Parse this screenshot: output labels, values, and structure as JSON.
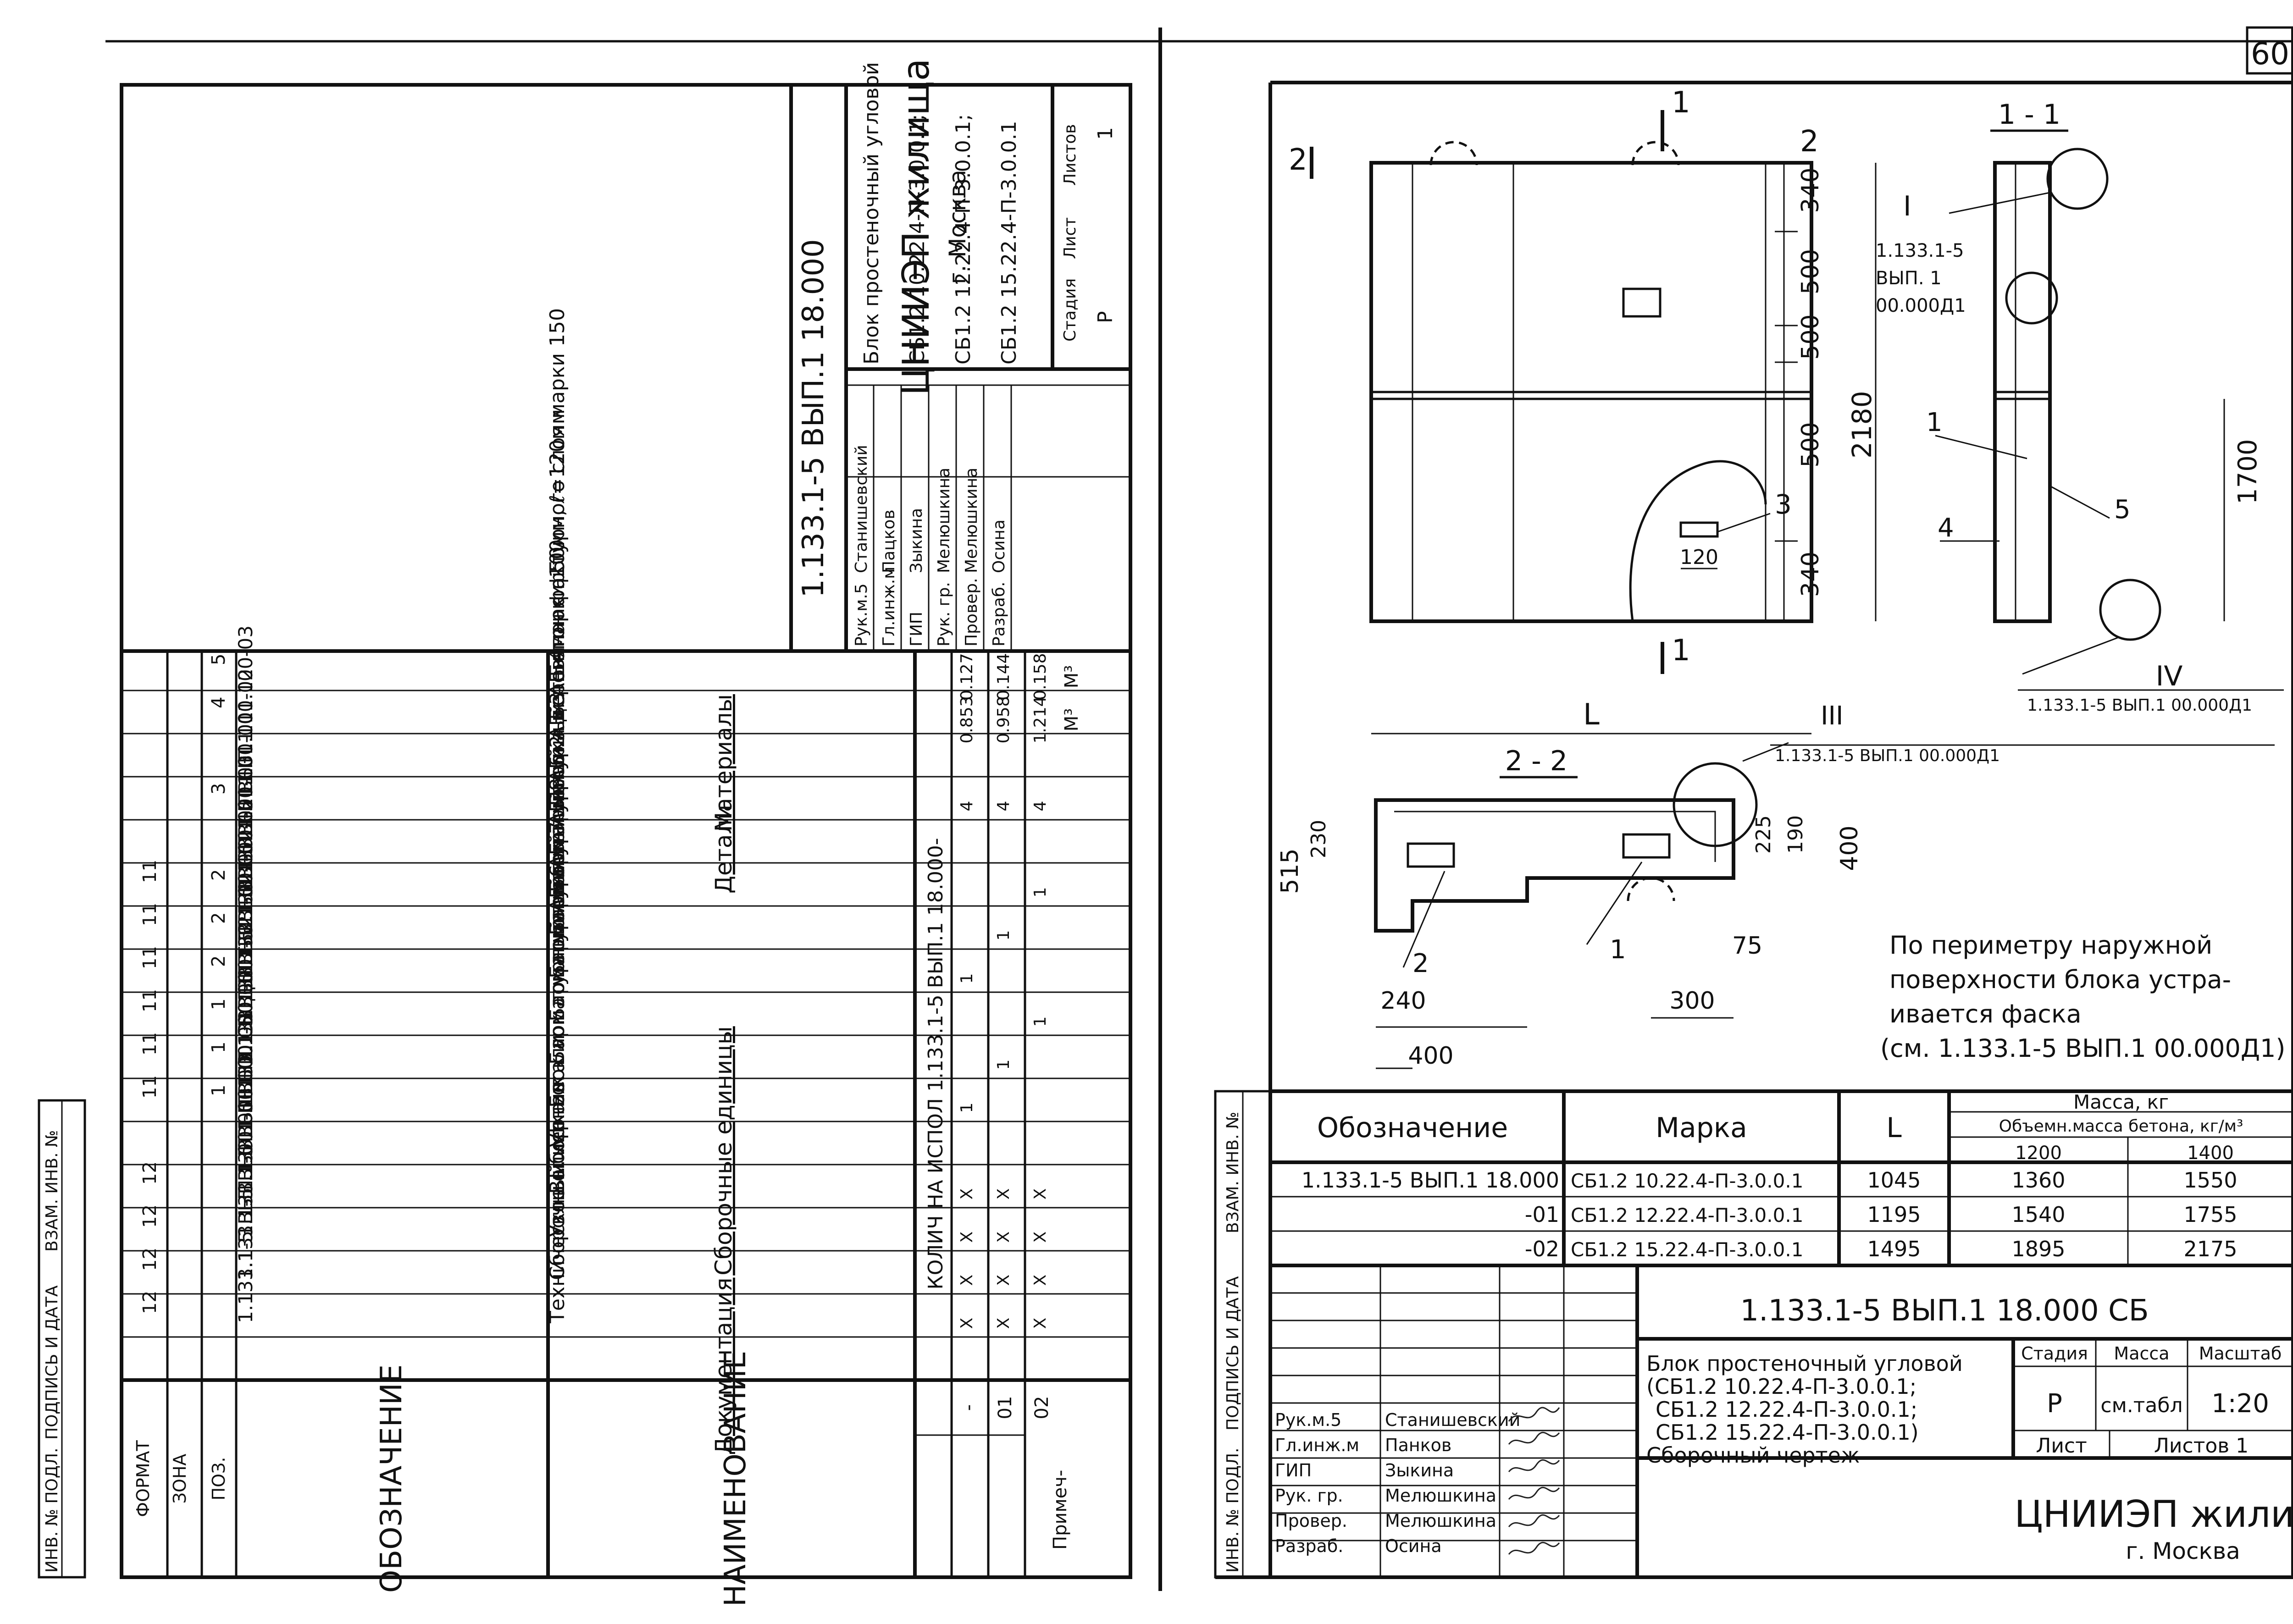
{
  "sheet_number": "60",
  "left_sheet": {
    "spec_table": {
      "header": {
        "format": "ФОРМАТ",
        "zone": "ЗОНА",
        "pos": "ПОЗ.",
        "designation": "ОБОЗНАЧЕНИЕ",
        "name": "НАИМЕНОВАНИЕ",
        "qty": "КОЛИЧ НА ИСПОЛ 1.133.1-5 ВЫП.1 18.000-",
        "col_dash": "-",
        "col_01": "01",
        "col_02": "02",
        "note": "Примеч-"
      },
      "rows": [
        {
          "format": "",
          "pos": "",
          "designation": "",
          "name": "Документация",
          "q0": "",
          "q1": "",
          "q2": "",
          "note": ""
        },
        {
          "format": "12",
          "pos": "",
          "designation": "1.133.1-5 ВЫП.1 00.000 ТО",
          "name": "Техническое описание",
          "q0": "X",
          "q1": "X",
          "q2": "X",
          "note": ""
        },
        {
          "format": "12",
          "pos": "",
          "designation": "1.133.1-5 ВЫП.1 18.000 СБ",
          "name": "Сборочный чертеж",
          "q0": "X",
          "q1": "X",
          "q2": "X",
          "note": ""
        },
        {
          "format": "12",
          "pos": "",
          "designation": "1.133.1-5 ВЫП.1 00.000Д1",
          "name": "Узлы I....VI",
          "q0": "X",
          "q1": "X",
          "q2": "X",
          "note": ""
        },
        {
          "format": "12",
          "pos": "",
          "designation": "1.133.1-5 ВЫП.1 00.000ТБ2",
          "name": "Выборка стали",
          "q0": "X",
          "q1": "X",
          "q2": "X",
          "note": ""
        },
        {
          "format": "",
          "pos": "",
          "designation": "",
          "name": "Сборочные единицы",
          "q0": "",
          "q1": "",
          "q2": "",
          "note": ""
        },
        {
          "format": "11",
          "pos": "1",
          "designation": "1.133.1-5 ВЫП.1 12.100-01",
          "name": "Блок арматурный АБ-6",
          "q0": "1",
          "q1": "",
          "q2": "",
          "note": ""
        },
        {
          "format": "11",
          "pos": "1",
          "designation": "1.133.1-5 ВЫП.1 12.100-02",
          "name": "Блок арматурный АБ-7",
          "q0": "",
          "q1": "1",
          "q2": "",
          "note": ""
        },
        {
          "format": "11",
          "pos": "1",
          "designation": "1.133.1-5 ВЫП.1 12.100-03",
          "name": "Блок арматурный АБ-8",
          "q0": "",
          "q1": "",
          "q2": "1",
          "note": ""
        },
        {
          "format": "11",
          "pos": "2",
          "designation": "1.133.1-5 ВЫП.1 01.100-01",
          "name": "Блок арматурный АБ-2",
          "q0": "1",
          "q1": "",
          "q2": "",
          "note": ""
        },
        {
          "format": "11",
          "pos": "2",
          "designation": "1.133.1-5 ВЫП.1 01.100-02",
          "name": "Блок арматурный АБ-3",
          "q0": "",
          "q1": "1",
          "q2": "",
          "note": ""
        },
        {
          "format": "11",
          "pos": "2",
          "designation": "1.133.1-5 ВЫП.1 01.100-03",
          "name": "Блок арматурный АБ-4",
          "q0": "",
          "q1": "",
          "q2": "1",
          "note": ""
        },
        {
          "format": "",
          "pos": "",
          "designation": "",
          "name": "Детали",
          "q0": "",
          "q1": "",
          "q2": "",
          "note": ""
        },
        {
          "format": "",
          "pos": "3",
          "designation": "",
          "name": "Пробка деревянная ф50мм, ℓ=120мм",
          "q0": "4",
          "q1": "4",
          "q2": "4",
          "note": ""
        },
        {
          "format": "",
          "pos": "",
          "designation": "",
          "name": "Материалы",
          "q0": "",
          "q1": "",
          "q2": "",
          "note": ""
        },
        {
          "format": "",
          "pos": "4",
          "designation": "",
          "name": "Бетон марки 100",
          "q0": "0.853",
          "q1": "0.958",
          "q2": "1.214",
          "note": "М³"
        },
        {
          "format": "",
          "pos": "5",
          "designation": "",
          "name": "Бетон фактурного слоя марки 150",
          "q0": "0.127",
          "q1": "0.144",
          "q2": "0.158",
          "note": "М³"
        }
      ]
    },
    "side_stamp": [
      "ИНВ. № ПОДЛ.",
      "ПОДПИСЬ И ДАТА",
      "ВЗАМ. ИНВ. №"
    ],
    "title_block": {
      "doc_code": "1.133.1-5 ВЫП.1 18.000",
      "title_lines": [
        "Блок простеночный угловой",
        "СБ1.2 10.22.4-П-3.0.0.1;",
        "СБ1.2 12.22.4-П-3.0.0.1;",
        "СБ1.2 15.22.4-П-3.0.0.1"
      ],
      "stage_label": "Стадия",
      "sheet_label": "Лист",
      "sheets_label": "Листов",
      "stage": "Р",
      "sheets": "1",
      "org": "ЦНИИЭП жилища",
      "city": "г. Москва",
      "staff": [
        {
          "role": "Рук.м.5",
          "name": "Станишевский"
        },
        {
          "role": "Гл.инж.м",
          "name": "Пацков"
        },
        {
          "role": "ГИП",
          "name": "Зыкина"
        },
        {
          "role": "Рук. гр.",
          "name": "Мелюшкина"
        },
        {
          "role": "Провер.",
          "name": "Мелюшкина"
        },
        {
          "role": "Разраб.",
          "name": "Осина"
        }
      ]
    }
  },
  "right_sheet": {
    "elevation": {
      "section_mark_top": "1",
      "section_mark_bottom": "1",
      "section_mark_left": "2",
      "section_mark_right": "2",
      "dims_vertical": [
        "340",
        "500",
        "500",
        "500",
        "340"
      ],
      "dim_total": "2180",
      "dim_plug": "120",
      "dim_length": "L",
      "pos_3": "3"
    },
    "section_1_1": {
      "title": "1 - 1",
      "node_I": "I",
      "node_ref": [
        "1.133.1-5",
        "ВЫП. 1",
        "00.000Д1"
      ],
      "pos_1": "1",
      "pos_4": "4",
      "pos_5": "5",
      "dim_height": "1700",
      "node_IV": "IV",
      "node_IV_ref": "1.133.1-5 ВЫП.1 00.000Д1"
    },
    "section_2_2": {
      "title": "2 - 2",
      "node_III": "III",
      "node_III_ref": "1.133.1-5 ВЫП.1 00.000Д1",
      "dims": [
        "515",
        "230",
        "225",
        "190",
        "400",
        "75",
        "300",
        "240",
        "400"
      ],
      "pos_1": "1",
      "pos_2": "2"
    },
    "note_lines": [
      "По периметру наружной",
      "поверхности блока устра-",
      "ивается фаска",
      "(см. 1.133.1-5 ВЫП.1 00.000Д1)"
    ],
    "mark_table": {
      "h_designation": "Обозначение",
      "h_mark": "Марка",
      "h_L": "L",
      "h_mass": "Масса, кг",
      "h_density": "Объемн.масса бетона, кг/м³",
      "h_1200": "1200",
      "h_1400": "1400",
      "rows": [
        {
          "designation": "1.133.1-5 ВЫП.1 18.000",
          "mark": "СБ1.2 10.22.4-П-3.0.0.1",
          "L": "1045",
          "m1200": "1360",
          "m1400": "1550"
        },
        {
          "designation": "-01",
          "mark": "СБ1.2 12.22.4-П-3.0.0.1",
          "L": "1195",
          "m1200": "1540",
          "m1400": "1755"
        },
        {
          "designation": "-02",
          "mark": "СБ1.2 15.22.4-П-3.0.0.1",
          "L": "1495",
          "m1200": "1895",
          "m1400": "2175"
        }
      ]
    },
    "side_stamp": [
      "ИНВ. № ПОДЛ.",
      "ПОДПИСЬ И ДАТА",
      "ВЗАМ. ИНВ. №"
    ],
    "title_block": {
      "doc_code": "1.133.1-5 ВЫП.1 18.000 СБ",
      "title_lines": [
        "Блок простеночный угловой",
        "(СБ1.2 10.22.4-П-3.0.0.1;",
        "СБ1.2 12.22.4-П-3.0.0.1;",
        "СБ1.2 15.22.4-П-3.0.0.1)",
        "Сборочный чертеж"
      ],
      "stage_label": "Стадия",
      "mass_label": "Масса",
      "scale_label": "Масштаб",
      "stage": "Р",
      "mass": "см.табл",
      "scale": "1:20",
      "sheet_label": "Лист",
      "sheets_label": "Листов 1",
      "org": "ЦНИИЭП жилища",
      "city": "г. Москва",
      "staff": [
        {
          "role": "Рук.м.5",
          "name": "Станишевский"
        },
        {
          "role": "Гл.инж.м",
          "name": "Панков"
        },
        {
          "role": "ГИП",
          "name": "Зыкина"
        },
        {
          "role": "Рук. гр.",
          "name": "Мелюшкина"
        },
        {
          "role": "Провер.",
          "name": "Мелюшкина"
        },
        {
          "role": "Разраб.",
          "name": "Осина"
        }
      ]
    }
  }
}
